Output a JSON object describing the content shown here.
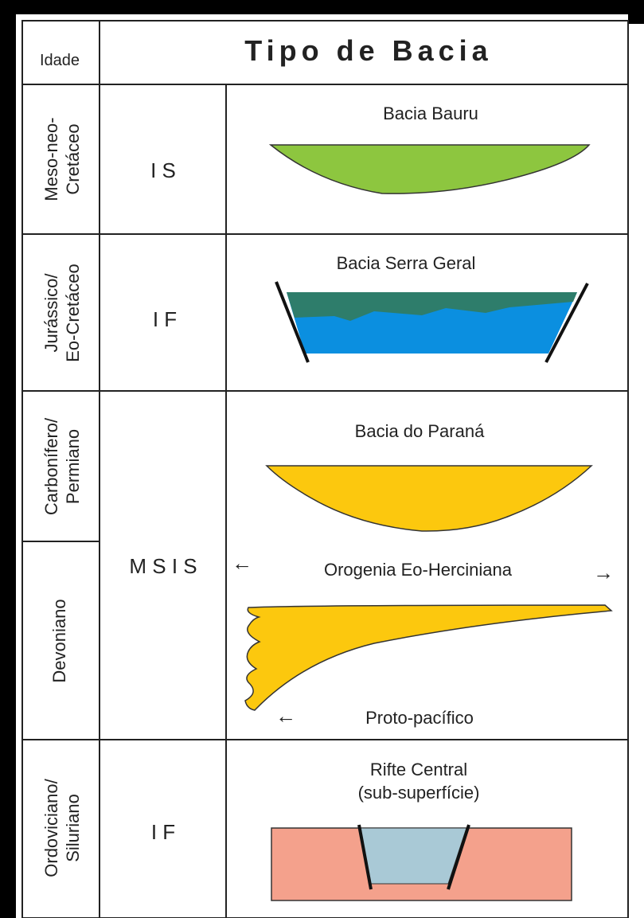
{
  "header": {
    "age_label": "Idade",
    "title": "Tipo de Bacia"
  },
  "rows": [
    {
      "age_lines": [
        "Meso-neo-",
        "Cretáceo"
      ],
      "type": "I S",
      "basin_label": "Bacia  Bauru",
      "fill_color": "#8dc63f"
    },
    {
      "age_lines": [
        "Jurássico/",
        "Eo-Cretáceo"
      ],
      "type": "I F",
      "basin_label": "Bacia  Serra  Geral",
      "fill_colors": [
        "#2e7d6b",
        "#0b8fe0"
      ]
    },
    {
      "age_lines": [
        "Carbonífero/",
        "Permiano"
      ],
      "basin_label": "Bacia   do   Paraná",
      "fill_color": "#fcc80e"
    },
    {
      "age_lines": [
        "Devoniano"
      ],
      "proto_label": "Proto-pacífico",
      "fill_color": "#fcc80e"
    },
    {
      "age_lines": [
        "Ordoviciano/",
        "Siluriano"
      ],
      "type": "I F",
      "basin_label_lines": [
        "Rifte Central",
        "(sub-superfície)"
      ],
      "fill_colors": [
        "#f4a18c",
        "#a9c9d6"
      ]
    }
  ],
  "merged_type": "M S I S",
  "orogeny_label": "Orogenia Eo-Herciniana"
}
